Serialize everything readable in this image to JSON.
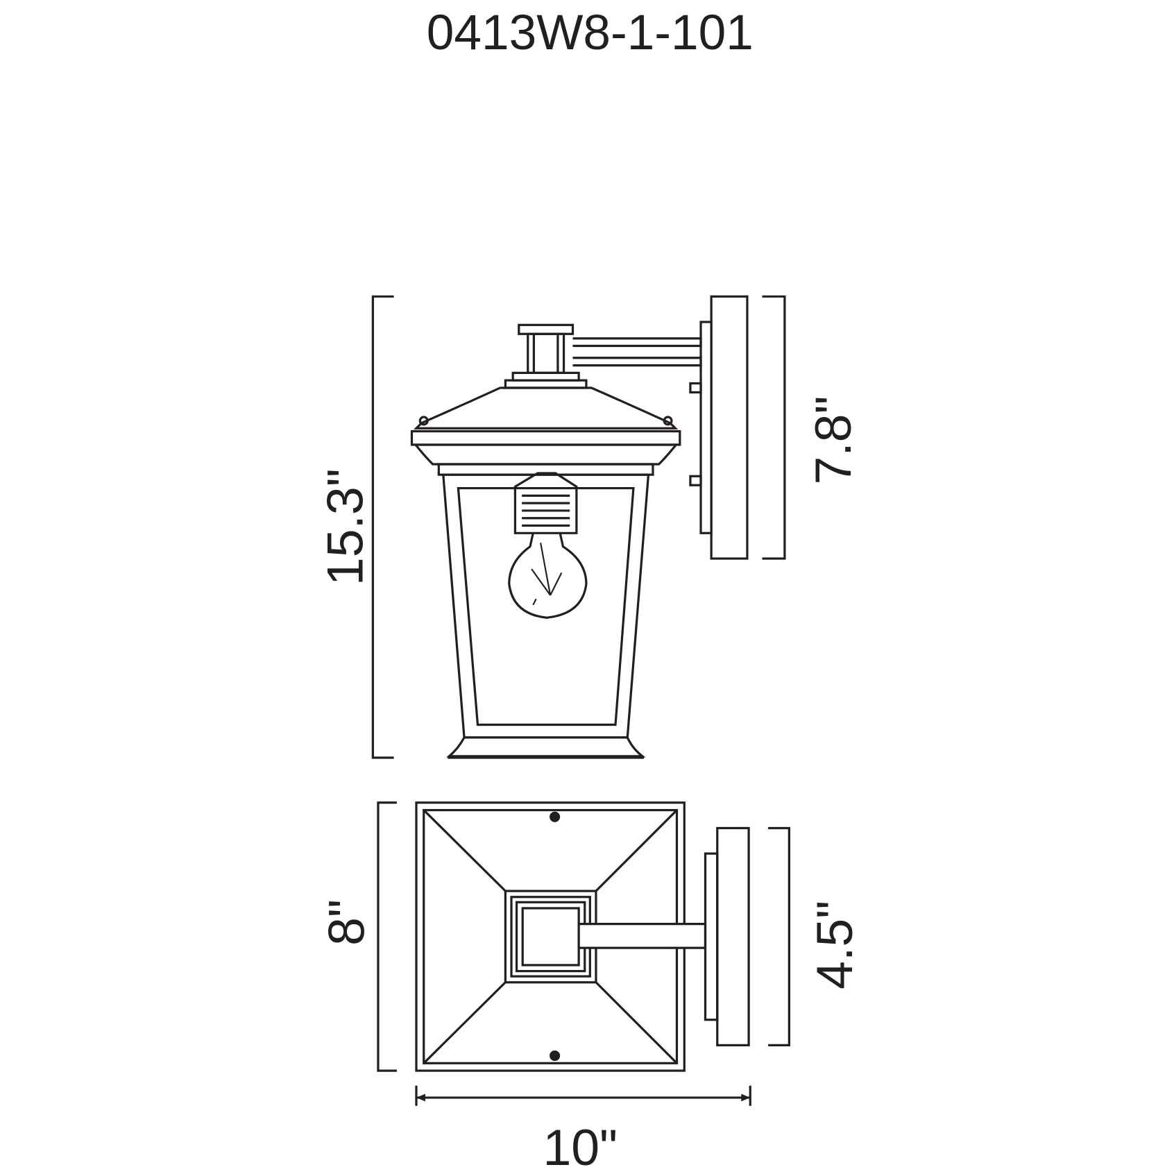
{
  "title": "0413W8-1-101",
  "dimensions": {
    "height": "15.3\"",
    "backplate_height": "7.8\"",
    "depth": "8\"",
    "backplate_width": "4.5\"",
    "width": "10\""
  },
  "colors": {
    "line": "#231f20",
    "background": "#ffffff"
  }
}
